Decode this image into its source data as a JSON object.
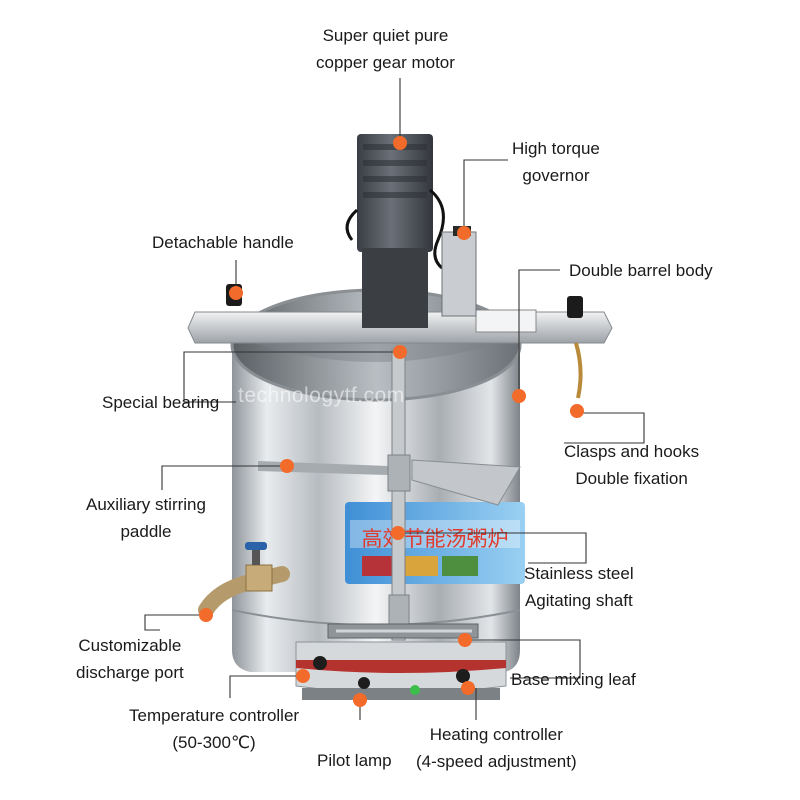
{
  "watermark": "technologytf.com",
  "labels": {
    "motor": [
      "Super quiet pure",
      "copper gear motor"
    ],
    "governor": [
      "High torque",
      "governor"
    ],
    "handle": [
      "Detachable handle"
    ],
    "barrel": [
      "Double barrel body"
    ],
    "bearing": [
      "Special bearing"
    ],
    "clasps": [
      "Clasps and hooks",
      "Double fixation"
    ],
    "paddle": [
      "Auxiliary stirring",
      "paddle"
    ],
    "shaft": [
      "Stainless steel",
      "Agitating shaft"
    ],
    "discharge": [
      "Customizable",
      "discharge port"
    ],
    "base_leaf": [
      "Base mixing leaf"
    ],
    "temp": [
      "Temperature controller",
      "(50-300℃)"
    ],
    "pilot": [
      "Pilot lamp"
    ],
    "heating": [
      "Heating controller",
      "(4-speed adjustment)"
    ]
  },
  "panel_text": "高效节能汤粥炉",
  "colors": {
    "marker": "#f26b2a",
    "leader": "#333333",
    "steel": "#c9cdd1",
    "motor": "#4b5057"
  }
}
